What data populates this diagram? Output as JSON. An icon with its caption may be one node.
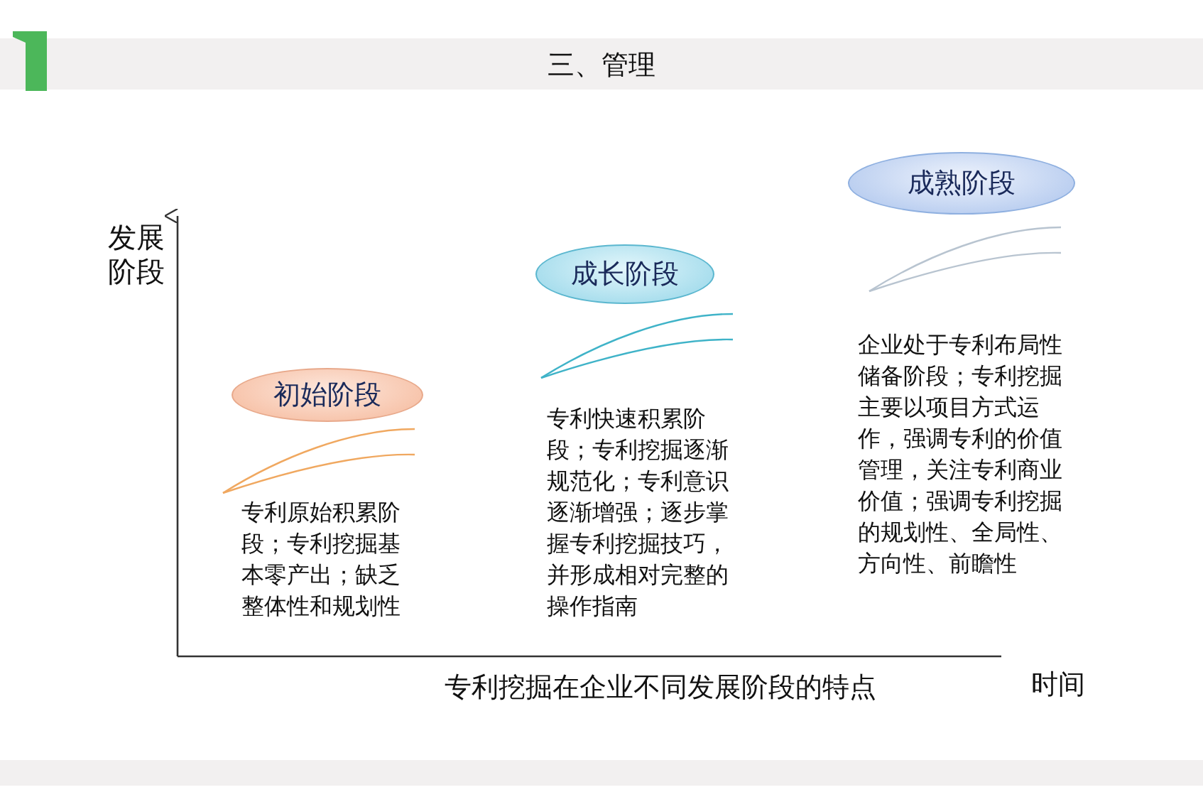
{
  "diagram": {
    "title": "三、管理",
    "caption": "专利挖掘在企业不同发展阶段的特点",
    "nodes": [
      {
        "text": [
          "初始阶段"
        ]
      },
      {
        "text": [
          "成长阶段"
        ]
      },
      {
        "text": [
          "成熟阶段"
        ]
      }
    ],
    "edges": [],
    "labels": [
      "发展阶段",
      "专利原始积累阶段；专利挖掘基本零产出；缺乏整体性和规划性",
      "专利快速积累阶段；专利挖掘逐渐规范化；专利意识逐渐增强；逐步掌握专利挖掘技巧，并形成相对完整的操作指南",
      "企业处于专利布局性储备阶段；专利挖掘主要以项目方式运作，强调专利的价值管理，关注专利商业价值；强调专利挖掘的规划性、全局性、方向性、前瞻性",
      "时间"
    ]
  }
}
